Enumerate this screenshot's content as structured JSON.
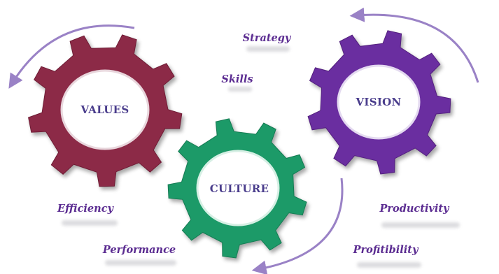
{
  "gears": [
    {
      "id": "values",
      "label": "VALUES",
      "color": "#8c2a47"
    },
    {
      "id": "vision",
      "label": "VISION",
      "color": "#6b2ea0"
    },
    {
      "id": "culture",
      "label": "CULTURE",
      "color": "#1e9a68"
    }
  ],
  "terms": {
    "strategy": "Strategy",
    "skills": "Skills",
    "efficiency": "Efficiency",
    "performance": "Performance",
    "productivity": "Productivity",
    "profitibility": "Profitibility"
  },
  "colors": {
    "label_text": "#4a3d8c",
    "term_text": "#5b2c91",
    "arrow": "#9a82c6",
    "gear_center": "#ffffff"
  }
}
